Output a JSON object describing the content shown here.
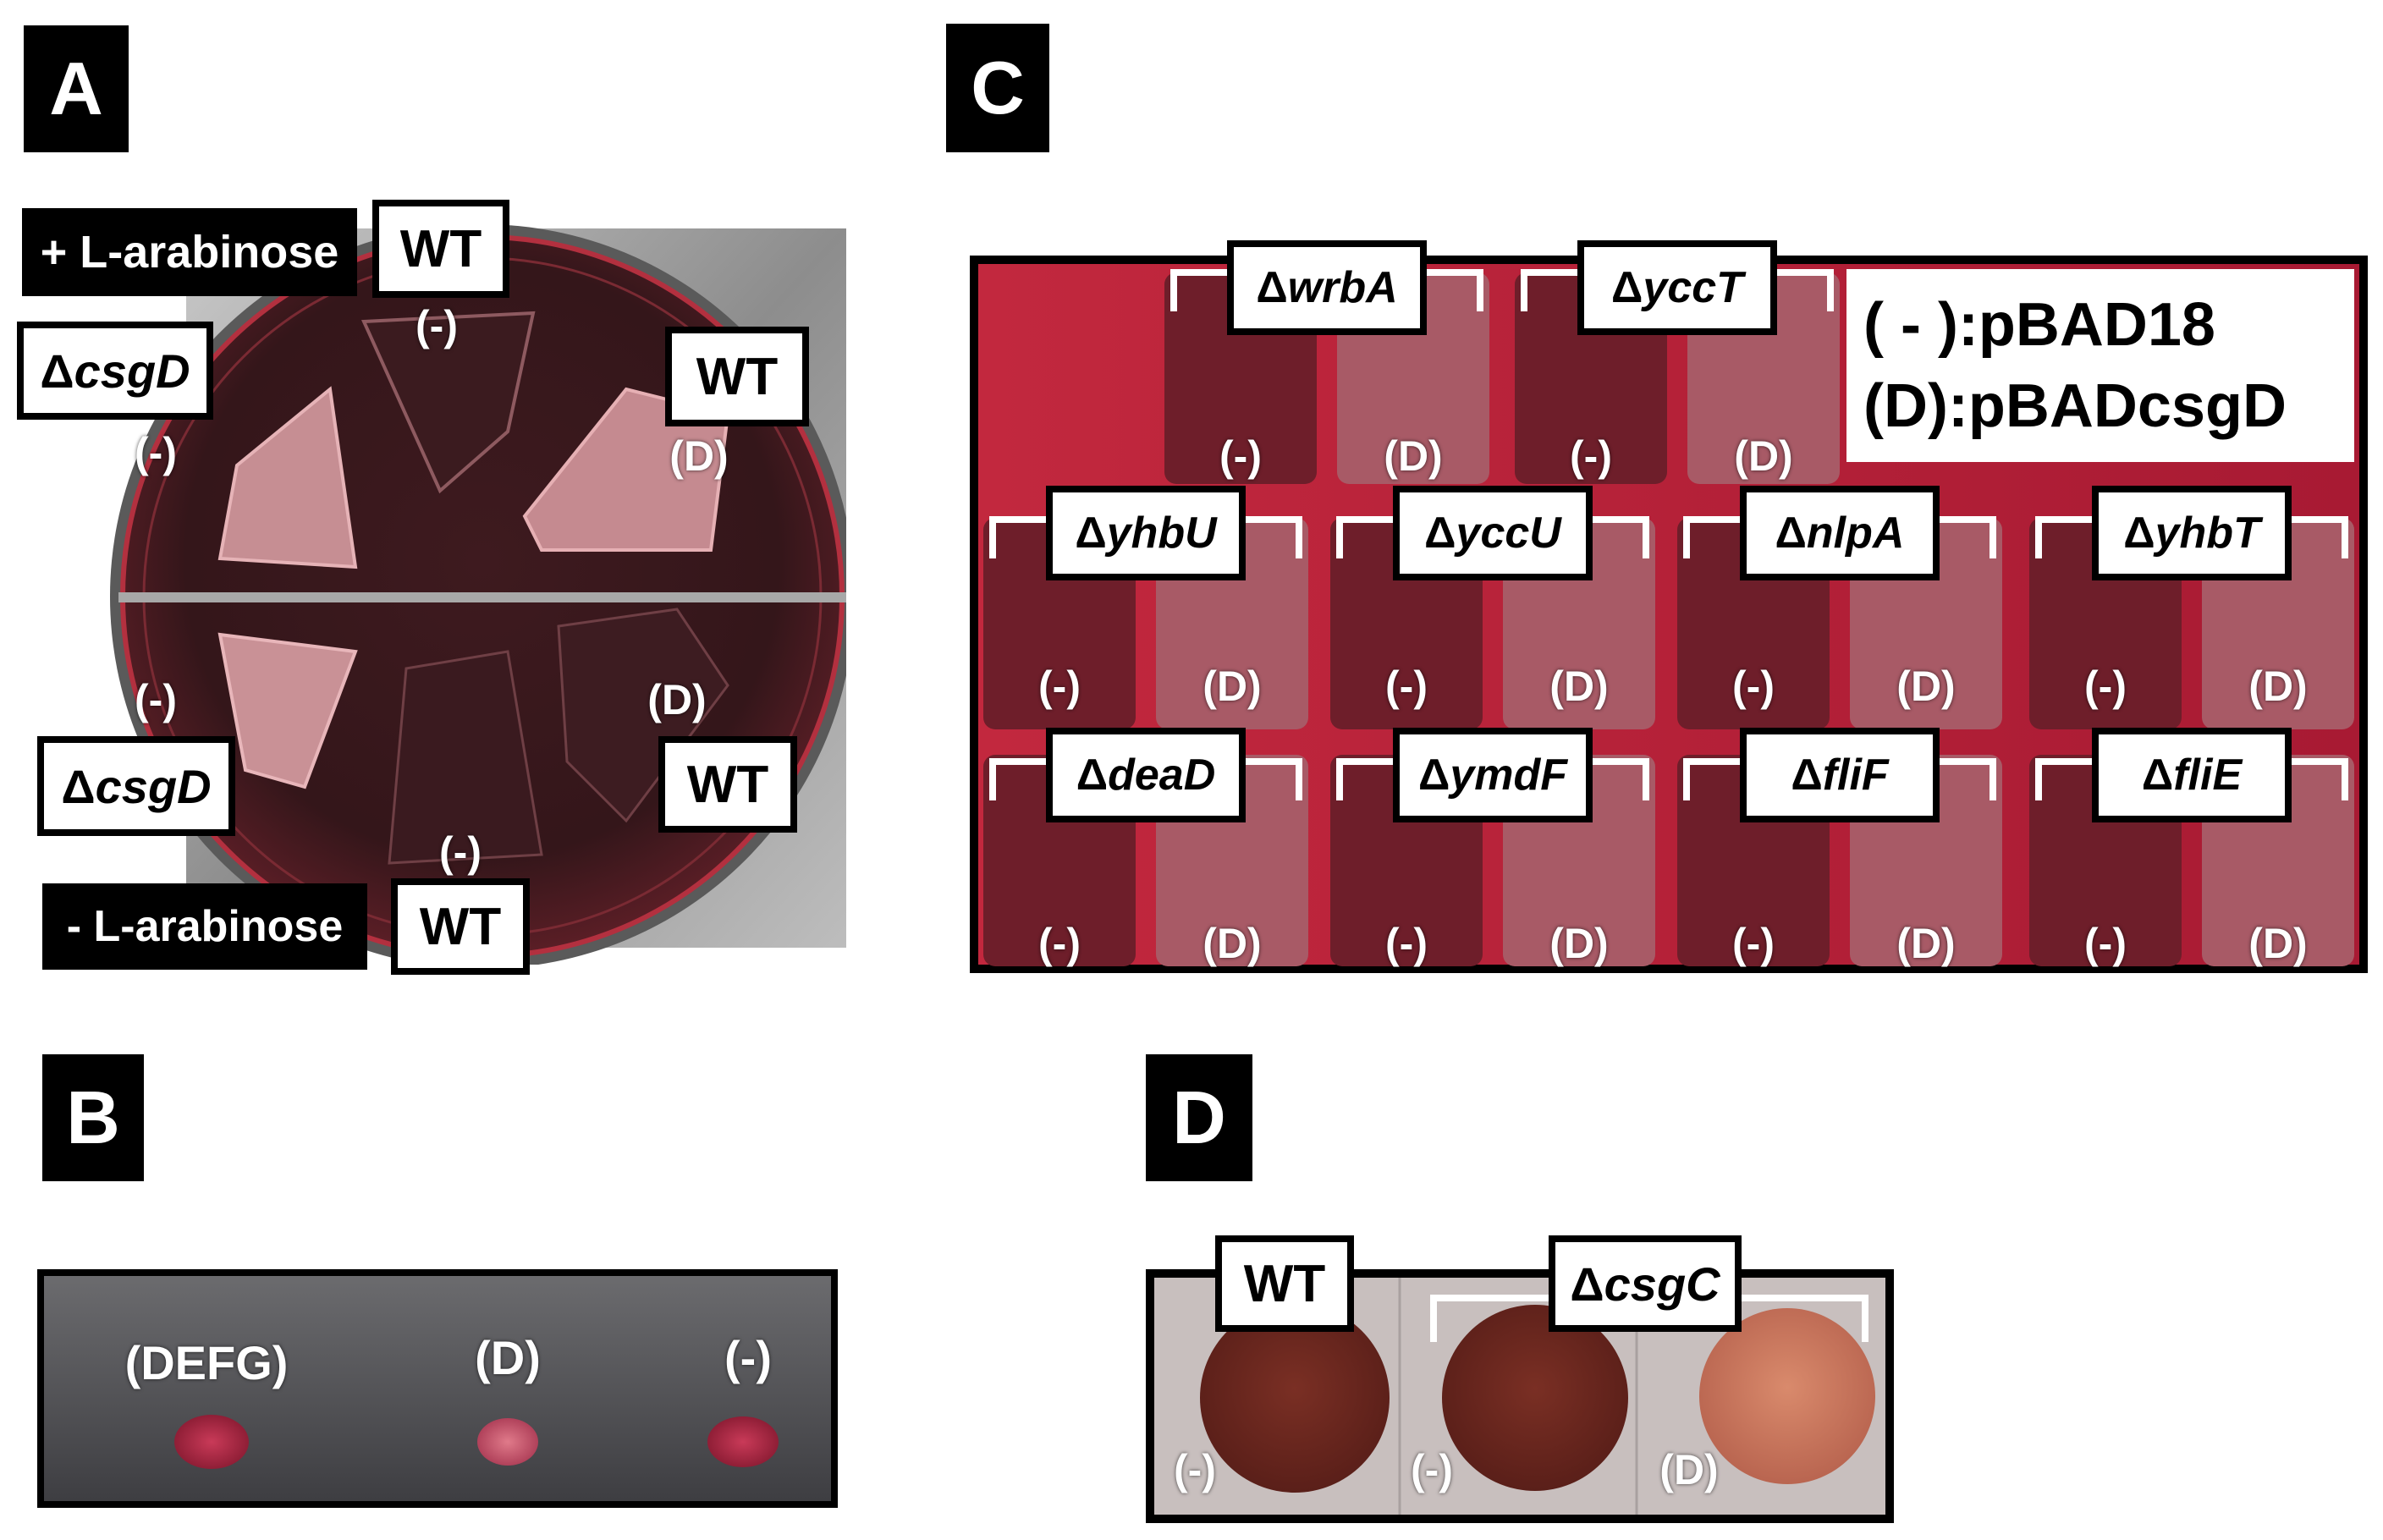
{
  "panels": {
    "A": {
      "letter": "A",
      "plus_arabinose": "+ L-arabinose",
      "minus_arabinose": "- L-arabinose",
      "labels": {
        "wt_top": "WT",
        "wt_right_top": "WT",
        "wt_right_bottom": "WT",
        "wt_bottom": "WT",
        "csgd_top_gene": "csgD",
        "csgd_bottom_gene": "csgD"
      },
      "tags": {
        "t1": "(-)",
        "t2": "(D)",
        "t3": "(-)",
        "t4": "(-)",
        "t5": "(D)",
        "t6": "(-)"
      }
    },
    "B": {
      "letter": "B",
      "tags": [
        "(DEFG)",
        "(D)",
        "(-)"
      ]
    },
    "C": {
      "letter": "C",
      "legend": [
        "( - ):pBAD18",
        "(D):pBADcsgD"
      ],
      "genes_row1": [
        "wrbA",
        "yccT"
      ],
      "genes_row2": [
        "yhbU",
        "yccU",
        "nlpA",
        "yhbT"
      ],
      "genes_row3": [
        "deaD",
        "ymdF",
        "fliF",
        "fliE"
      ],
      "minus_tag": "(-)",
      "d_tag": "(D)"
    },
    "D": {
      "letter": "D",
      "wt": "WT",
      "csgc_gene": "csgC",
      "tags": [
        "(-)",
        "(-)",
        "(D)"
      ]
    }
  },
  "delta_symbol": "Δ"
}
